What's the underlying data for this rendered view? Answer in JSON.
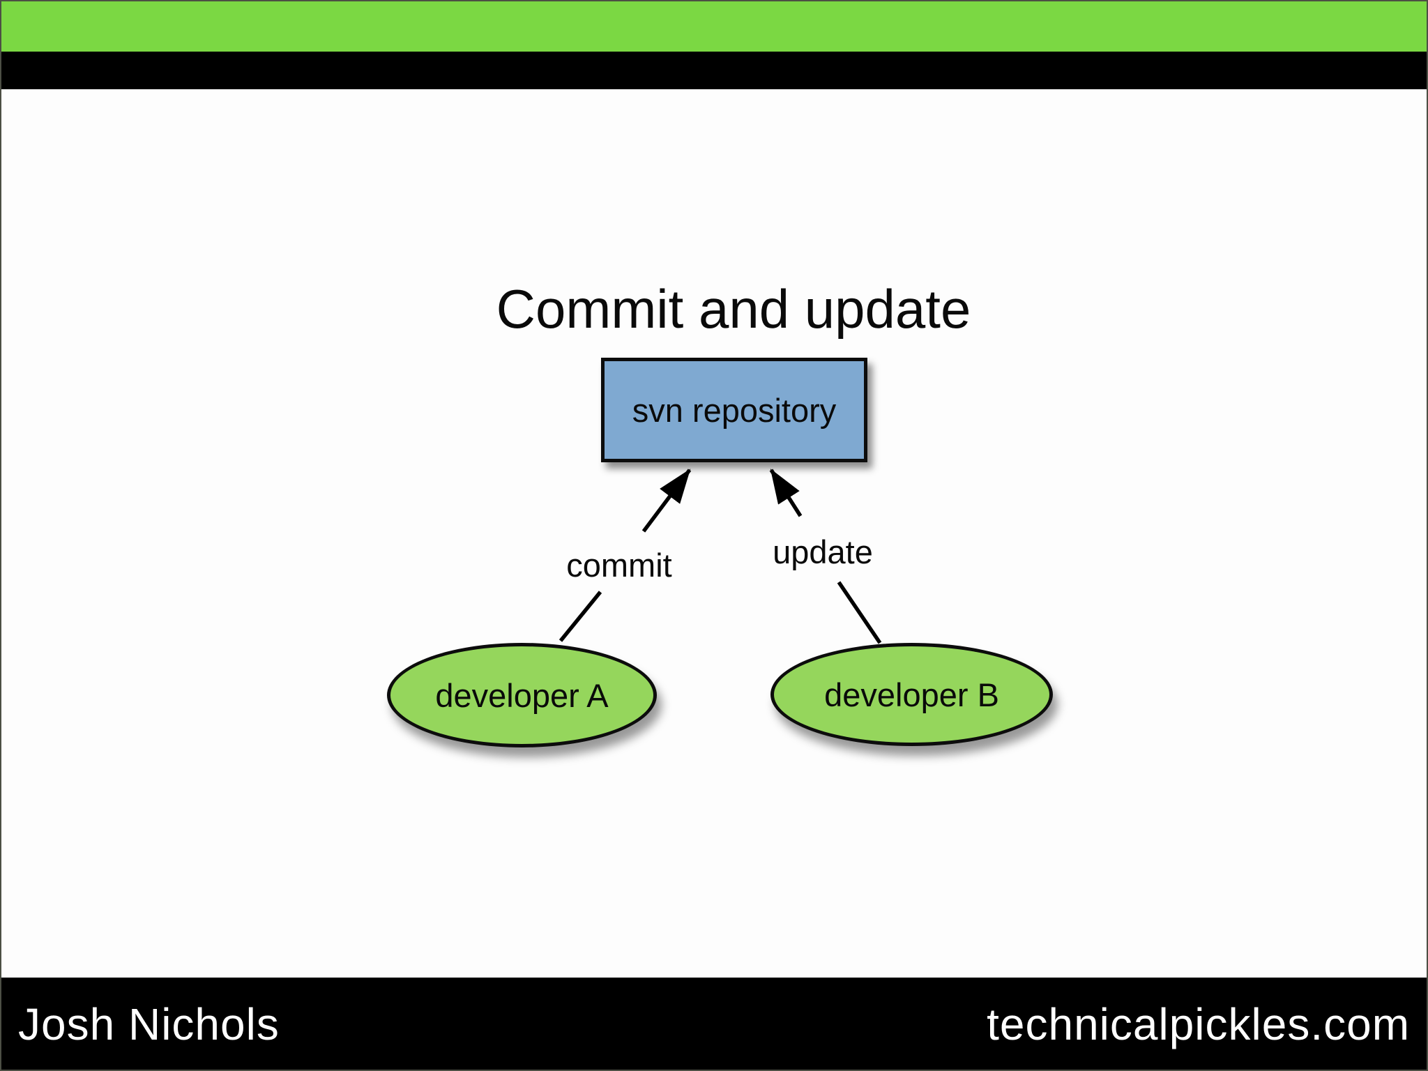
{
  "slide": {
    "title": "Commit and update",
    "diagram": {
      "repository": {
        "label": "svn repository"
      },
      "developer_a": {
        "label": "developer A"
      },
      "developer_b": {
        "label": "developer B"
      },
      "commit_edge": {
        "label": "commit"
      },
      "update_edge": {
        "label": "update"
      }
    }
  },
  "footer": {
    "author": "Josh Nichols",
    "website": "technicalpickles.com"
  },
  "colors": {
    "header_green": "#7bd843",
    "header_black": "#000000",
    "slide_background": "#fdfdfd",
    "repository_blue": "#7fa9d1",
    "developer_green": "#95d65c",
    "edge_line_black": "#000000",
    "footer_text_white": "#ffffff"
  }
}
